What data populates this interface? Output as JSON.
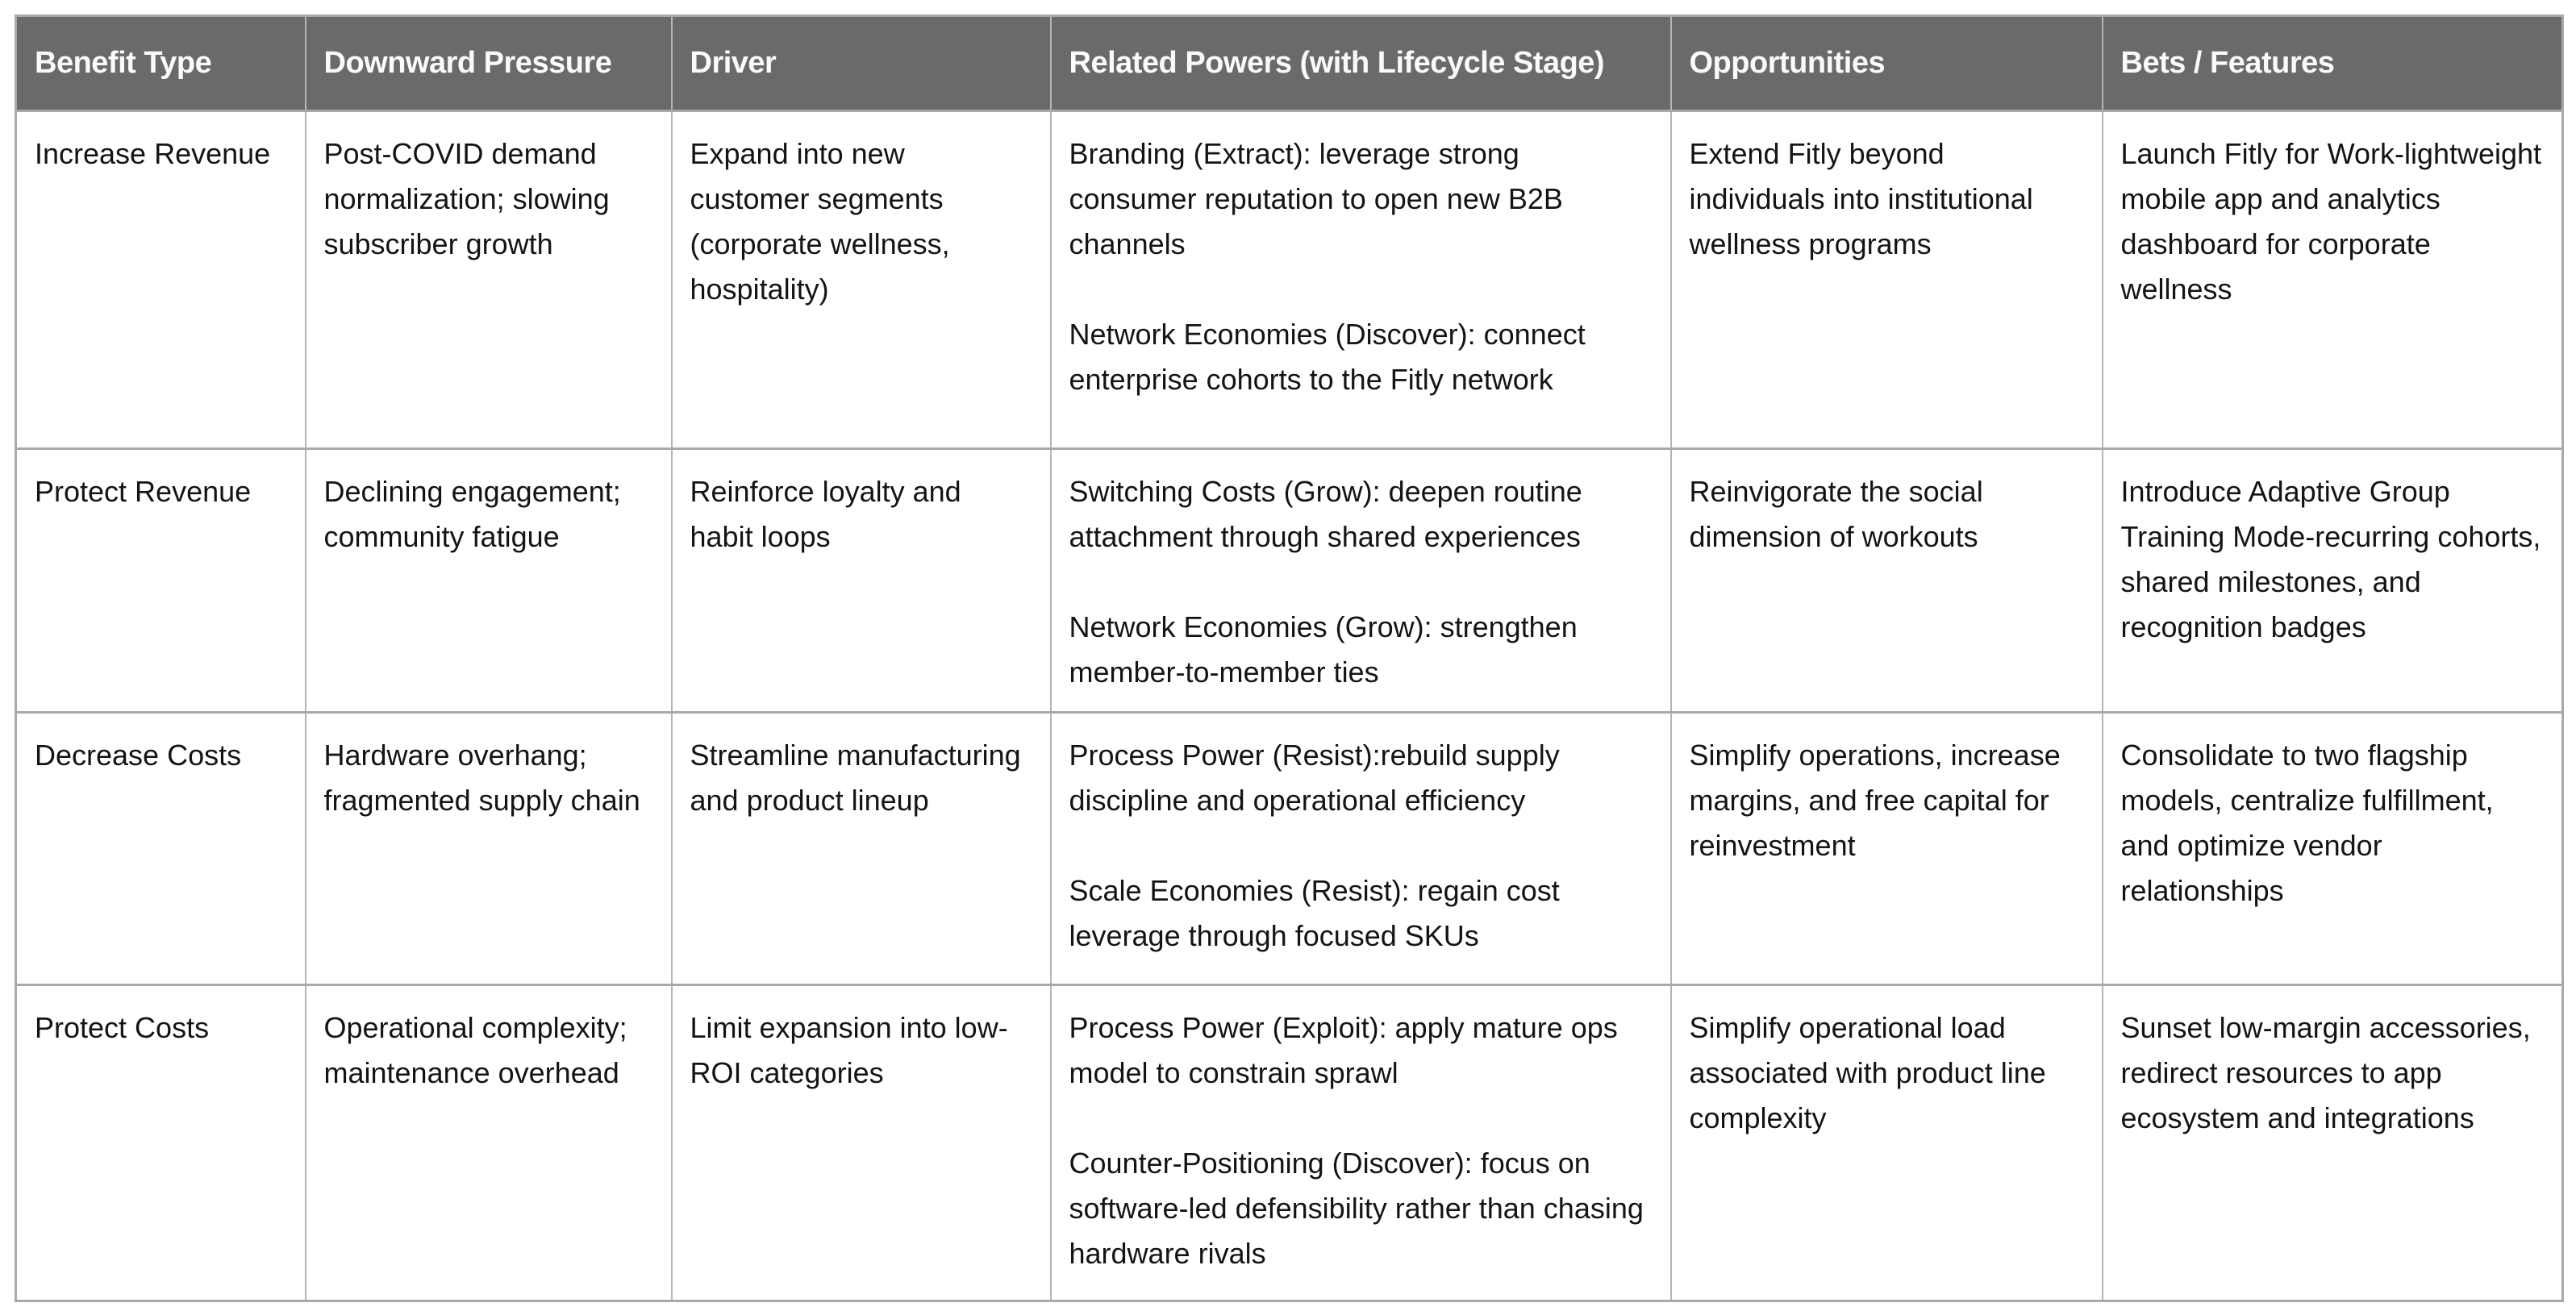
{
  "colors": {
    "header_bg": "#6a6a6a",
    "header_text": "#fafafa",
    "border": "#a9a9a9",
    "body_text": "#141414"
  },
  "table": {
    "columns": [
      "Benefit Type",
      "Downward Pressure",
      "Driver",
      "Related Powers (with Lifecycle Stage)",
      "Opportunities",
      "Bets / Features"
    ],
    "rows": [
      {
        "benefit_type": "Increase Revenue",
        "downward_pressure": "Post-COVID demand normalization; slowing subscriber growth",
        "driver": "Expand into new customer segments (corporate wellness, hospitality)",
        "related_powers": [
          "Branding (Extract): leverage strong consumer reputation to open new B2B channels",
          "Network Economies (Discover): connect enterprise cohorts to the Fitly network"
        ],
        "opportunities": "Extend Fitly beyond individuals into institutional wellness programs",
        "bets_features": "Launch Fitly for Work-lightweight mobile app and analytics dashboard for corporate wellness"
      },
      {
        "benefit_type": "Protect Revenue",
        "downward_pressure": "Declining engagement; community fatigue",
        "driver": "Reinforce loyalty and habit loops",
        "related_powers": [
          "Switching Costs (Grow): deepen routine attachment through shared experiences",
          "Network Economies (Grow): strengthen member-to-member ties"
        ],
        "opportunities": "Reinvigorate the social dimension of workouts",
        "bets_features": "Introduce Adaptive Group Training Mode-recurring cohorts, shared milestones, and recognition badges"
      },
      {
        "benefit_type": "Decrease Costs",
        "downward_pressure": "Hardware overhang; fragmented supply chain",
        "driver": "Streamline manufacturing and product lineup",
        "related_powers": [
          "Process Power (Resist):rebuild supply discipline and operational efficiency",
          "Scale Economies (Resist): regain cost leverage through focused SKUs"
        ],
        "opportunities": "Simplify operations, increase margins, and free capital for reinvestment",
        "bets_features": "Consolidate to two flagship models, centralize fulfillment, and optimize vendor relationships"
      },
      {
        "benefit_type": "Protect Costs",
        "downward_pressure": "Operational complexity; maintenance overhead",
        "driver": "Limit expansion into low-ROI categories",
        "related_powers": [
          "Process Power (Exploit): apply mature ops model to constrain sprawl",
          "Counter-Positioning (Discover): focus on software-led defensibility rather than chasing hardware rivals"
        ],
        "opportunities": "Simplify operational load associated with product line complexity",
        "bets_features": "Sunset low-margin accessories, redirect resources to app ecosystem and integrations"
      }
    ]
  }
}
